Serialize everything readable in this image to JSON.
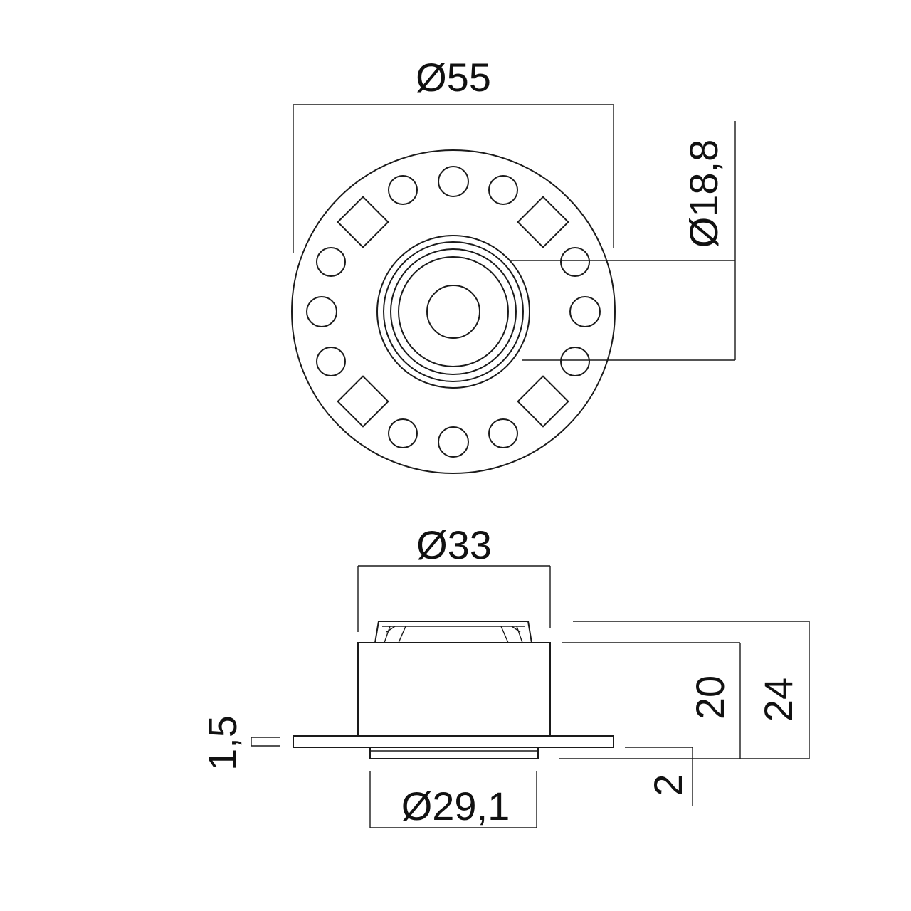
{
  "top_view": {
    "outer_diameter_label": "Ø55",
    "inner_diameter_label": "Ø18,8"
  },
  "side_view": {
    "top_diameter_label": "Ø33",
    "bottom_diameter_label": "Ø29,1",
    "body_height_label": "20",
    "total_height_label": "24",
    "flange_thickness_label": "1,5",
    "bottom_step_label": "2"
  }
}
